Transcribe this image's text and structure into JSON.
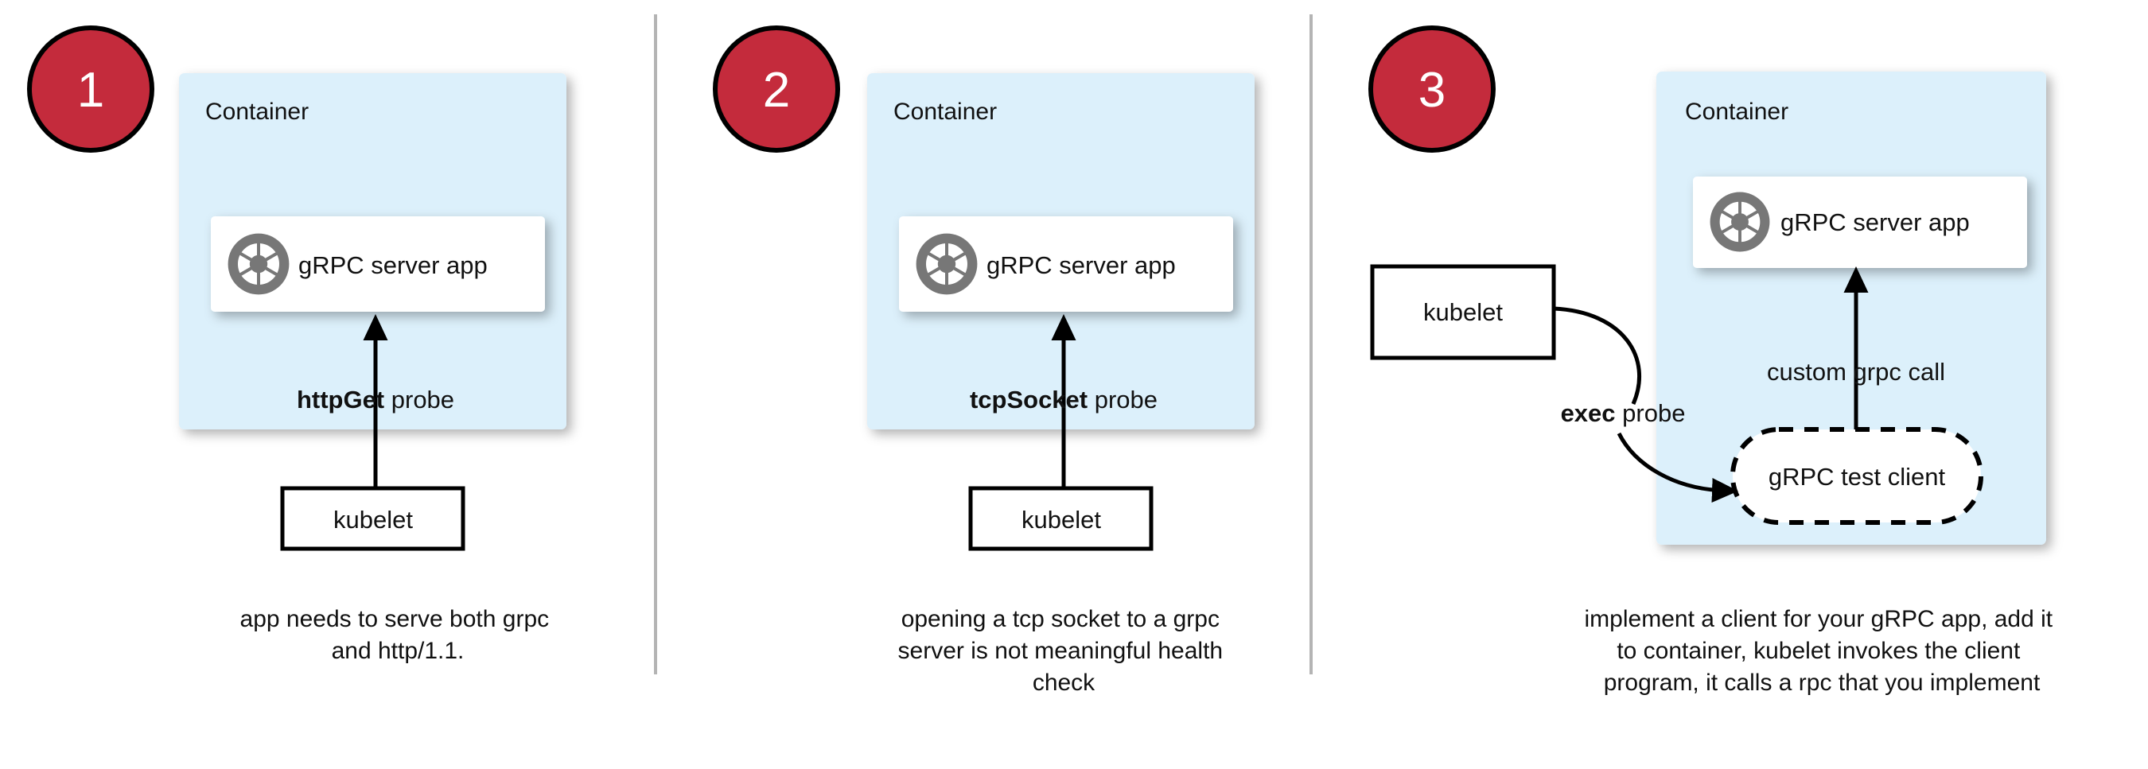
{
  "colors": {
    "step_badge_fill": "#C42B3C",
    "step_badge_stroke": "#000000",
    "container_fill": "#DCF0FB",
    "app_box_fill": "#FFFFFF",
    "divider": "#B4B4B4",
    "icon_gray": "#777777",
    "text": "#111111",
    "page_background": "#FFFFFF"
  },
  "panels": [
    {
      "step_number": "1",
      "container_label": "Container",
      "app_box_label": "gRPC server app",
      "app_icon": "grpc-aperture-icon",
      "probe_label_bold": "httpGet",
      "probe_label_rest": " probe",
      "source_node_label": "kubelet",
      "caption_lines": [
        "app needs to serve both grpc",
        "and http/1.1."
      ]
    },
    {
      "step_number": "2",
      "container_label": "Container",
      "app_box_label": "gRPC server app",
      "app_icon": "grpc-aperture-icon",
      "probe_label_bold": "tcpSocket",
      "probe_label_rest": " probe",
      "source_node_label": "kubelet",
      "caption_lines": [
        "opening a tcp socket to a grpc",
        "server is not meaningful health",
        "check"
      ]
    },
    {
      "step_number": "3",
      "container_label": "Container",
      "app_box_label": "gRPC server app",
      "app_icon": "grpc-aperture-icon",
      "probe_label_bold": "exec",
      "probe_label_rest": " probe",
      "source_node_label": "kubelet",
      "client_node_label": "gRPC test client",
      "inner_call_label": "custom grpc call",
      "caption_lines": [
        "implement a client for your gRPC app, add it",
        "to container, kubelet invokes the client",
        "program, it calls a rpc that you implement"
      ]
    }
  ]
}
